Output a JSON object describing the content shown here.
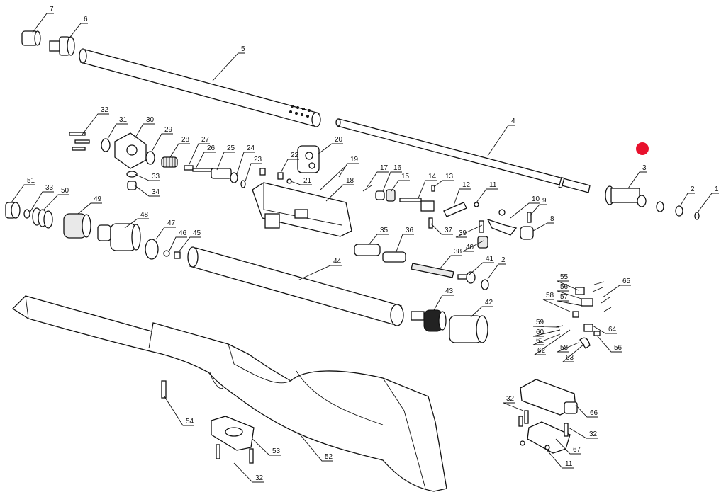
{
  "labels": [
    "7",
    "6",
    "5",
    "4",
    "3",
    "2",
    "1",
    "32",
    "31",
    "30",
    "29",
    "28",
    "27",
    "26",
    "25",
    "24",
    "23",
    "22",
    "21",
    "20",
    "19",
    "18",
    "17",
    "16",
    "15",
    "14",
    "13",
    "12",
    "11",
    "10",
    "9",
    "8",
    "33",
    "34",
    "51",
    "33",
    "50",
    "49",
    "48",
    "47",
    "46",
    "45",
    "35",
    "36",
    "37",
    "39",
    "40",
    "38",
    "41",
    "2",
    "44",
    "43",
    "42",
    "55",
    "56",
    "57",
    "58",
    "65",
    "59",
    "60",
    "61",
    "62",
    "64",
    "58",
    "56",
    "63",
    "32",
    "66",
    "32",
    "67",
    "11",
    "54",
    "53",
    "52",
    "32"
  ],
  "marker": {
    "color": "#e8112d"
  }
}
